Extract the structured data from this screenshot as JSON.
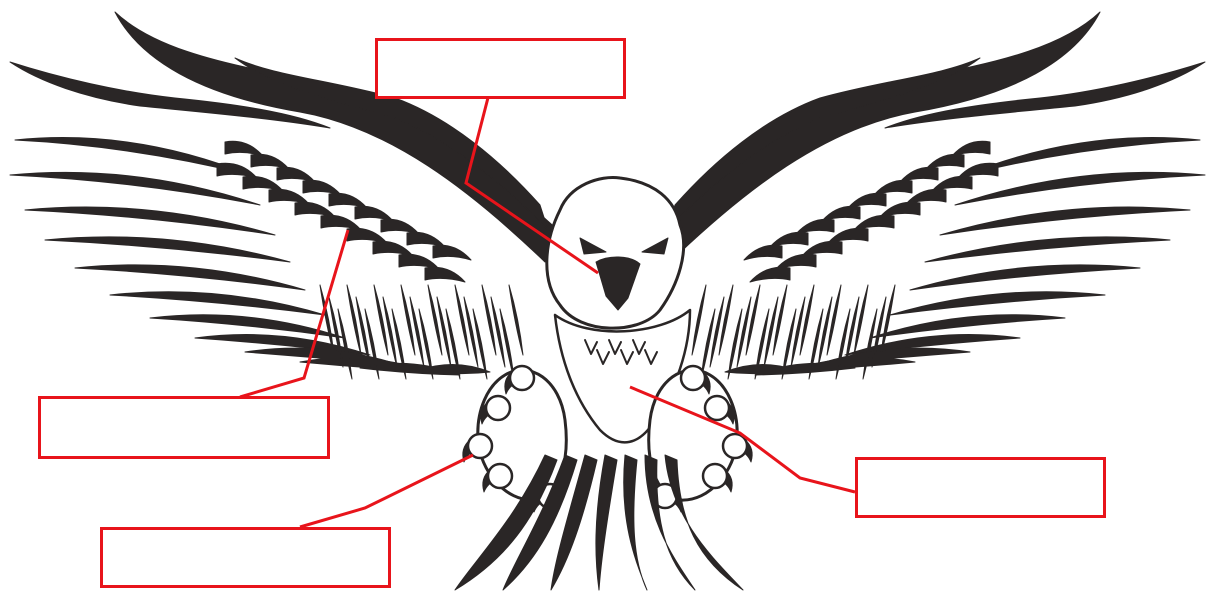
{
  "diagram": {
    "subject": "eagle",
    "colors": {
      "ink": "#2a2626",
      "leader": "#e8141b",
      "box_border": "#e8141b",
      "background": "#ffffff"
    },
    "labels": [
      {
        "id": "beak",
        "text": ""
      },
      {
        "id": "wing",
        "text": ""
      },
      {
        "id": "talon",
        "text": ""
      },
      {
        "id": "body",
        "text": ""
      }
    ]
  }
}
